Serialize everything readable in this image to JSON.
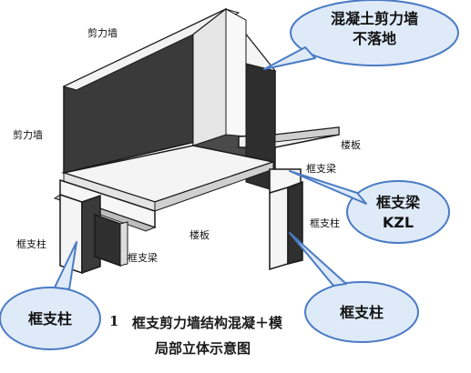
{
  "labels": {
    "wall_top": "剪力墙",
    "wall_left": "剪力墙",
    "slab_right": "楼板",
    "slab_front": "楼板",
    "beam_top": "框支梁",
    "beam_front": "框支梁",
    "column_left": "框支柱",
    "column_right": "框支柱"
  },
  "callouts": {
    "top_line1": "混凝土剪力墙",
    "top_line2": "不落地",
    "beam_line1": "框支梁",
    "beam_line2": "KZL",
    "left_col": "框支柱",
    "right_col": "框支柱"
  },
  "caption": {
    "number": "1",
    "line1": "框支剪力墙结构混凝＋模",
    "line2": "局部立体示意图"
  },
  "colors": {
    "callout_fill": "#dfeaf8",
    "callout_stroke": "#4a7bc4",
    "wall_dark": "#3a3a3a",
    "wall_light": "#f2f2f2",
    "outline": "#1a1a1a"
  }
}
